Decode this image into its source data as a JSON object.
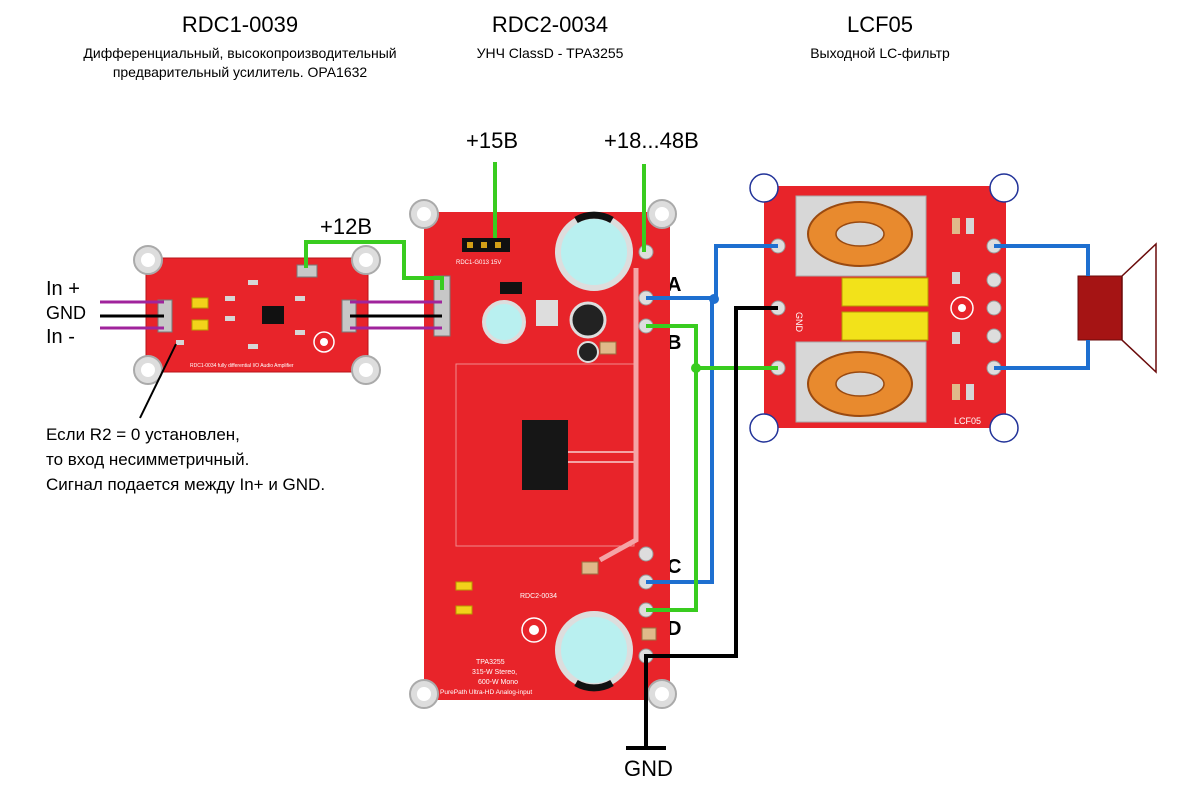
{
  "modules": {
    "preamp": {
      "title": "RDC1-0039",
      "desc_line1": "Дифференциальный, высокопроизводительный",
      "desc_line2": "предварительный усилитель. OPA1632",
      "pcb_text": "RDC1-0034 fully differential I/O Audio Amplifier"
    },
    "amp": {
      "title": "RDC2-0034",
      "desc": "УНЧ ClassD - TPA3255",
      "pcb_name": "RDC2-0034",
      "pcb_line1": "TPA3255",
      "pcb_line2": "315-W Stereo,",
      "pcb_line3": "600-W Mono",
      "pcb_line4": "PurePath Ultra-HD Analog-input",
      "pcb_header": "RDC1-G013 15V"
    },
    "filter": {
      "title": "LCF05",
      "desc": "Выходной LC-фильтр",
      "pcb_name": "LCF05",
      "pcb_gnd": "GND"
    }
  },
  "power": {
    "v15": "+15В",
    "v18_48": "+18...48В",
    "v12": "+12В"
  },
  "inputs": {
    "in_plus": "In +",
    "gnd": "GND",
    "in_minus": "In -"
  },
  "note": {
    "line1": "Если R2 = 0 установлен,",
    "line2": "то вход несимметричный.",
    "line3": "Сигнал подается между In+ и GND."
  },
  "outputs": {
    "a": "A",
    "b": "B",
    "c": "C",
    "d": "D"
  },
  "ground_label": "GND",
  "colors": {
    "pcb": "#e8242a",
    "wire_green": "#39cc1f",
    "wire_blue": "#1e6fd0",
    "wire_black": "#000000",
    "wire_purple": "#a0249c",
    "speaker": "#a51414"
  }
}
